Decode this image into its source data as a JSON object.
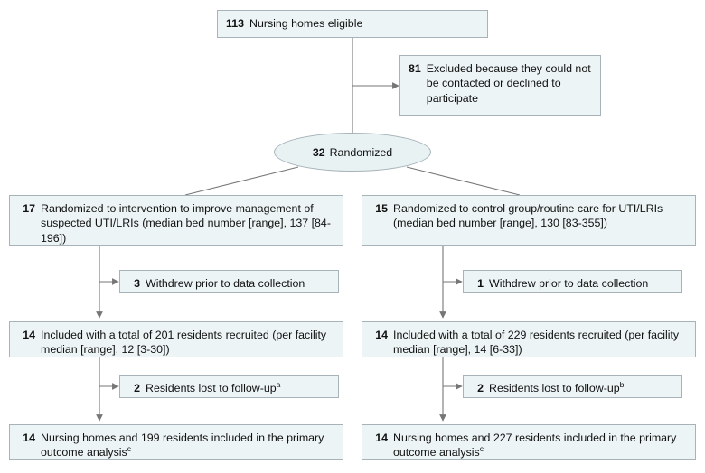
{
  "diagram": {
    "type": "consort-flow-diagram",
    "colors": {
      "box_fill": "#edf4f5",
      "box_border": "#a7b3b8",
      "ellipse_fill": "#e9f2f3",
      "line": "#767676",
      "text": "#111111"
    },
    "nodes": {
      "eligible": {
        "num": "113",
        "text": "Nursing homes eligible"
      },
      "excluded": {
        "num": "81",
        "text": "Excluded because they could not be contacted or declined to participate"
      },
      "randomized": {
        "num": "32",
        "text": "Randomized"
      },
      "intervention_arm": {
        "num": "17",
        "text": "Randomized to intervention to improve management of suspected UTI/LRIs (median bed number [range], 137 [84-196])"
      },
      "control_arm": {
        "num": "15",
        "text": "Randomized to control group/routine care for UTI/LRIs (median bed number [range], 130 [83-355])"
      },
      "intervention_withdrew": {
        "num": "3",
        "text": "Withdrew prior to data collection"
      },
      "control_withdrew": {
        "num": "1",
        "text": "Withdrew prior to data collection"
      },
      "intervention_included": {
        "num": "14",
        "text": "Included with a total of 201 residents recruited (per facility median [range], 12 [3-30])"
      },
      "control_included": {
        "num": "14",
        "text": "Included with a total of 229 residents recruited (per facility median [range], 14 [6-33])"
      },
      "intervention_lost": {
        "num": "2",
        "text": "Residents lost to follow-up",
        "footnote": "a"
      },
      "control_lost": {
        "num": "2",
        "text": "Residents lost to follow-up",
        "footnote": "b"
      },
      "intervention_analysis": {
        "num": "14",
        "text": "Nursing homes and 199 residents included in the primary outcome analysis",
        "footnote": "c"
      },
      "control_analysis": {
        "num": "14",
        "text": "Nursing homes and 227 residents included in the primary outcome analysis",
        "footnote": "c"
      }
    }
  }
}
